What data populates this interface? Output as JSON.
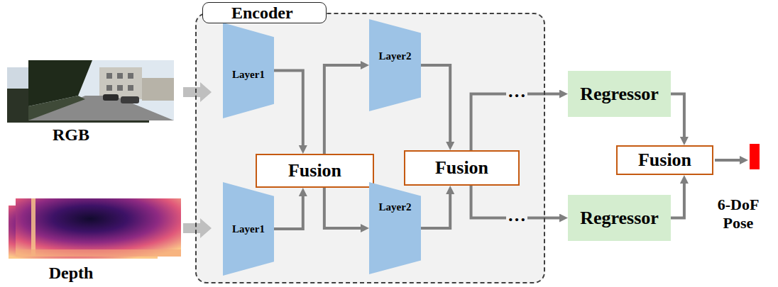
{
  "diagram": {
    "nodes": [
      {
        "text": [
          "Encoder"
        ]
      },
      {
        "text": [
          "Layer1"
        ],
        "in": 0
      },
      {
        "text": [
          "Layer1"
        ],
        "in": 0
      },
      {
        "text": [
          "Fusion"
        ],
        "in": 0
      },
      {
        "text": [
          "Layer2"
        ],
        "in": 0
      },
      {
        "text": [
          "Layer2"
        ],
        "in": 0
      },
      {
        "text": [
          "Fusion"
        ],
        "in": 0
      },
      {
        "text": [
          "Regressor"
        ]
      },
      {
        "text": [
          "Regressor"
        ]
      },
      {
        "text": [
          "Fusion"
        ]
      }
    ],
    "edges": [
      {
        "from": 1,
        "to": 3,
        "arrow": "to"
      },
      {
        "from": 2,
        "to": 3,
        "arrow": "to"
      },
      {
        "from": 3,
        "to": 4,
        "arrow": "to"
      },
      {
        "from": 3,
        "to": 5,
        "arrow": "to"
      },
      {
        "from": 4,
        "to": 6,
        "arrow": "to"
      },
      {
        "from": 5,
        "to": 6,
        "arrow": "to"
      },
      {
        "from": 6,
        "to": 7,
        "arrow": "to"
      },
      {
        "from": 6,
        "to": 8,
        "arrow": "to"
      },
      {
        "from": 7,
        "to": 9,
        "arrow": "to"
      },
      {
        "from": 8,
        "to": 9,
        "arrow": "to"
      }
    ],
    "labels": [
      "RGB",
      "Depth",
      "…",
      "…",
      "6-DoF Pose"
    ]
  }
}
